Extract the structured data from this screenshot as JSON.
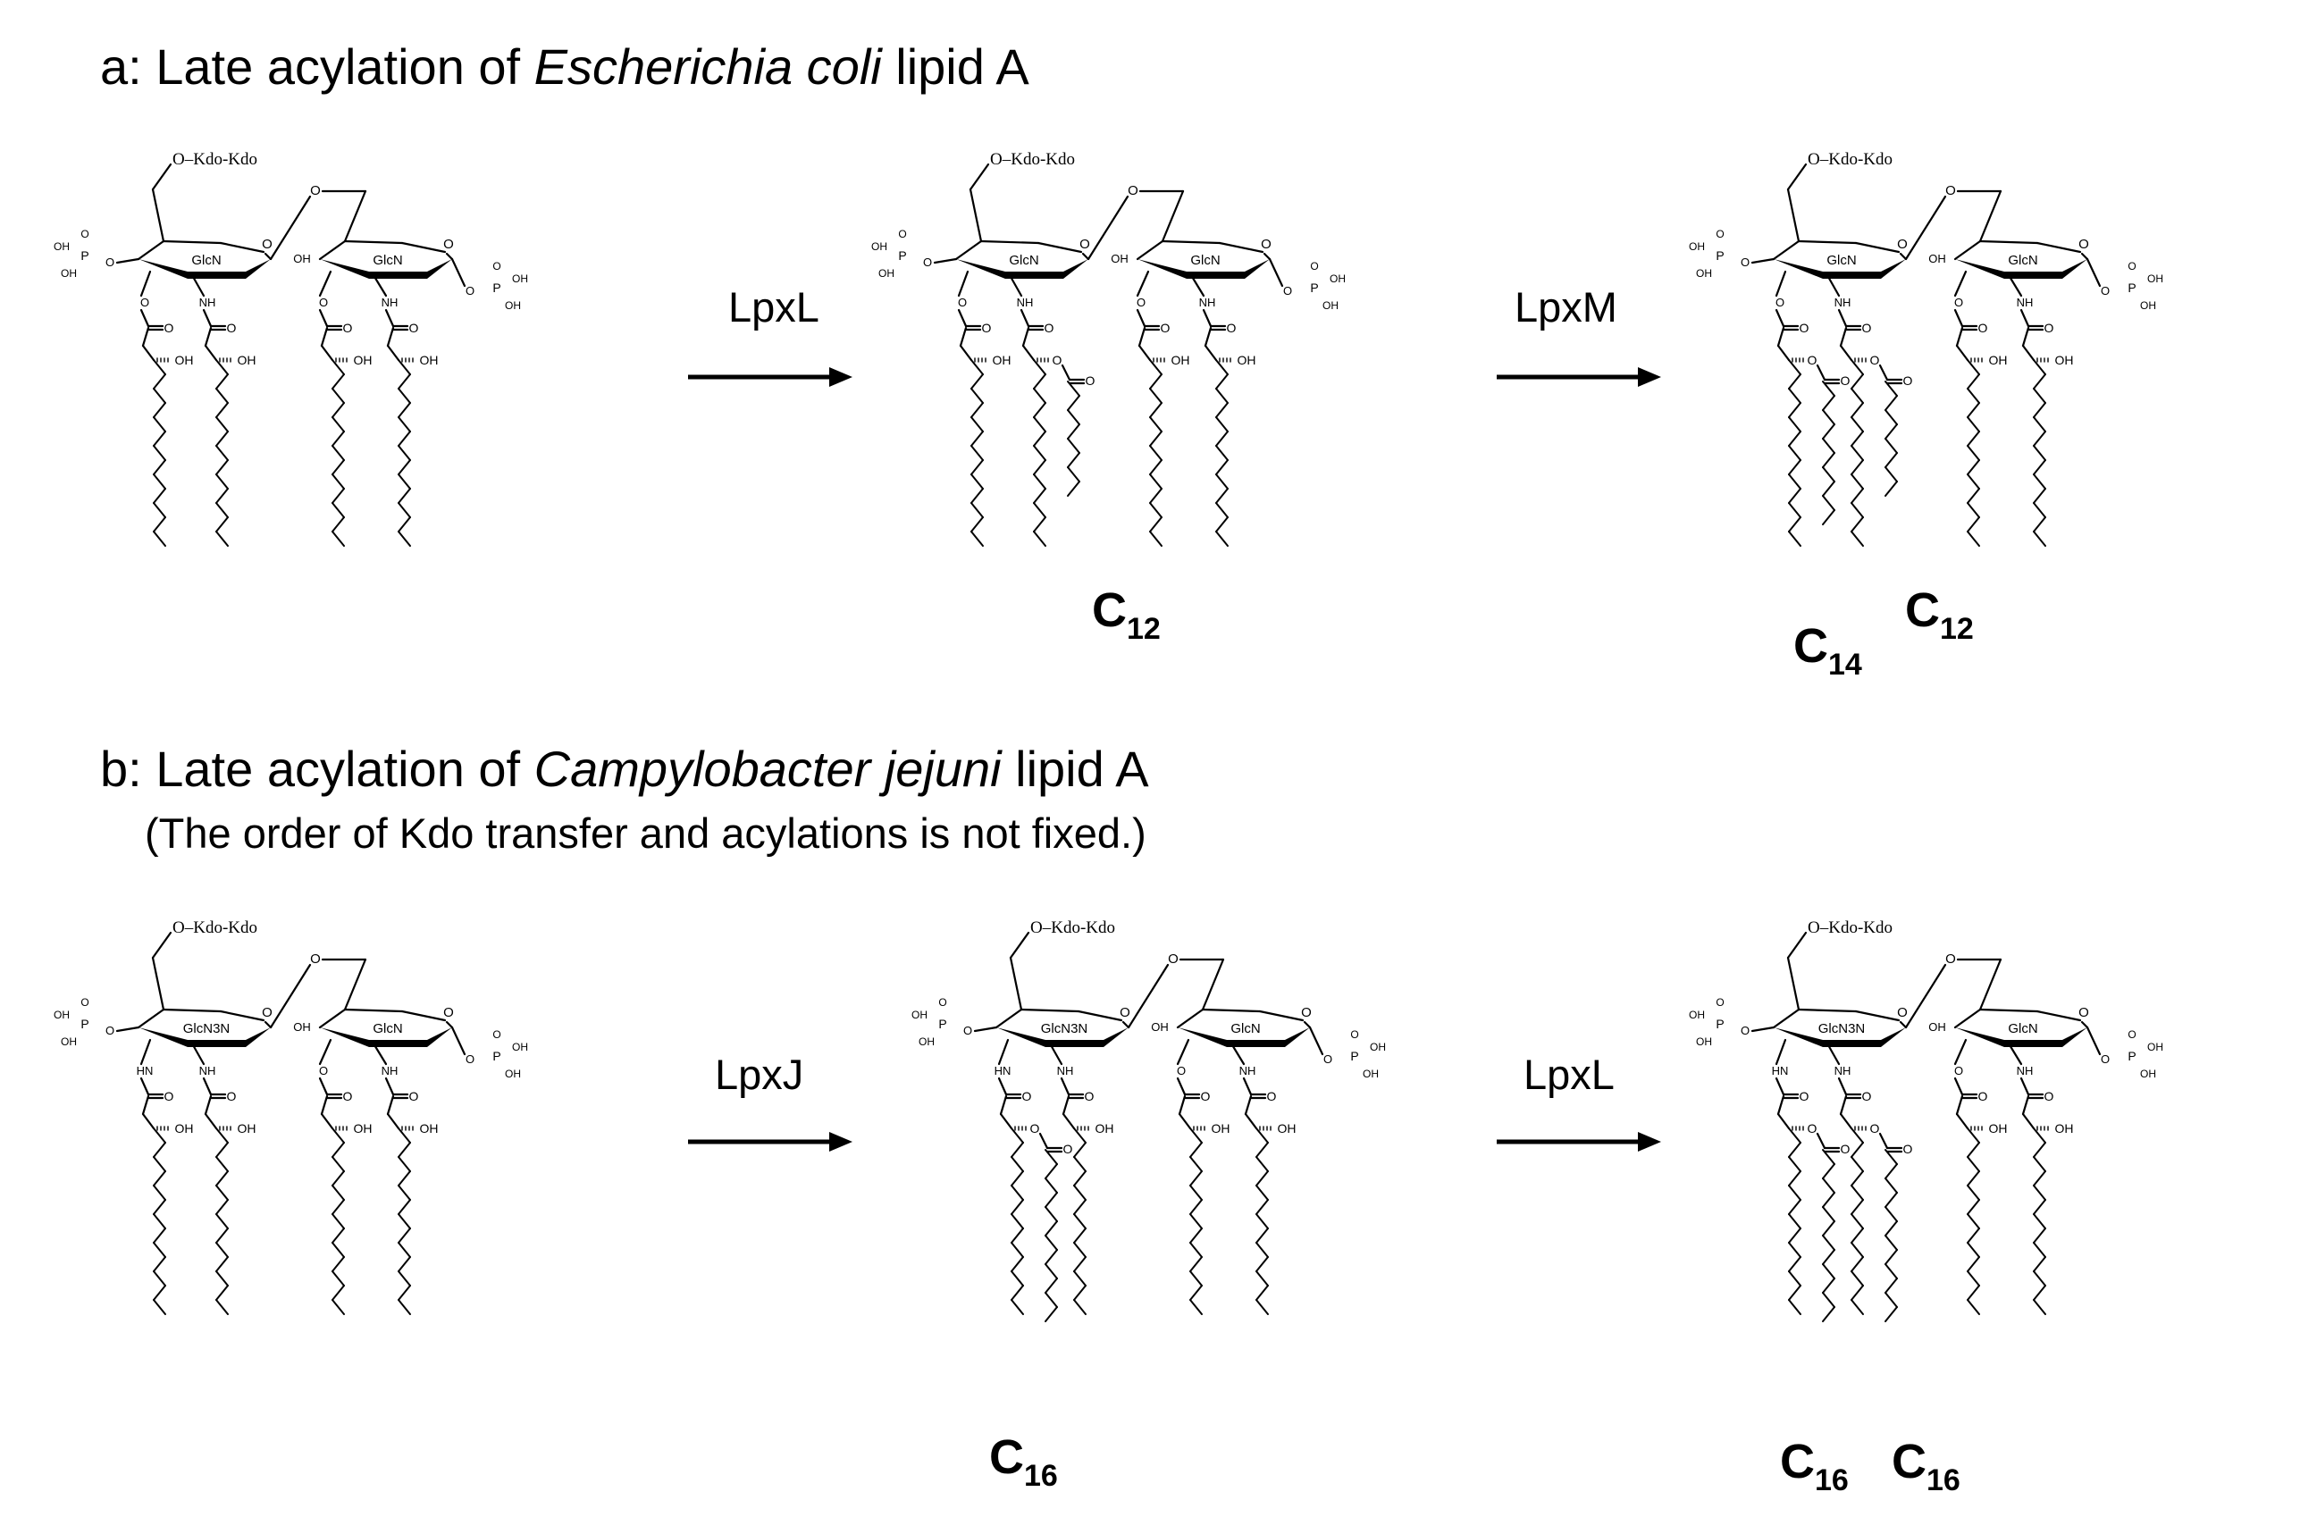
{
  "panel_a": {
    "title_prefix": "a: Late acylation of ",
    "title_italic": "Escherichia coli",
    "title_suffix": " lipid A",
    "step1_enzyme": "LpxL",
    "step2_enzyme": "LpxM",
    "step1_product_chain": "12",
    "step2_product_chains": [
      "14",
      "12"
    ]
  },
  "panel_b": {
    "title_prefix": "b: Late acylation of ",
    "title_italic": "Campylobacter jejuni",
    "title_suffix": " lipid A",
    "note": "(The order of Kdo transfer and acylations is not fixed.)",
    "step1_enzyme": "LpxJ",
    "step2_enzyme": "LpxL",
    "step1_product_chain": "16",
    "step2_product_chains": [
      "16",
      "16"
    ]
  },
  "molecule_labels": {
    "kdo": "O–Kdo-Kdo",
    "glcn": "GlcN",
    "glcn3n": "GlcN3N",
    "ring_o": "O",
    "oh": "OH",
    "nh": "NH",
    "hn": "HN",
    "p": "P",
    "o": "O",
    "carbon": "C"
  }
}
